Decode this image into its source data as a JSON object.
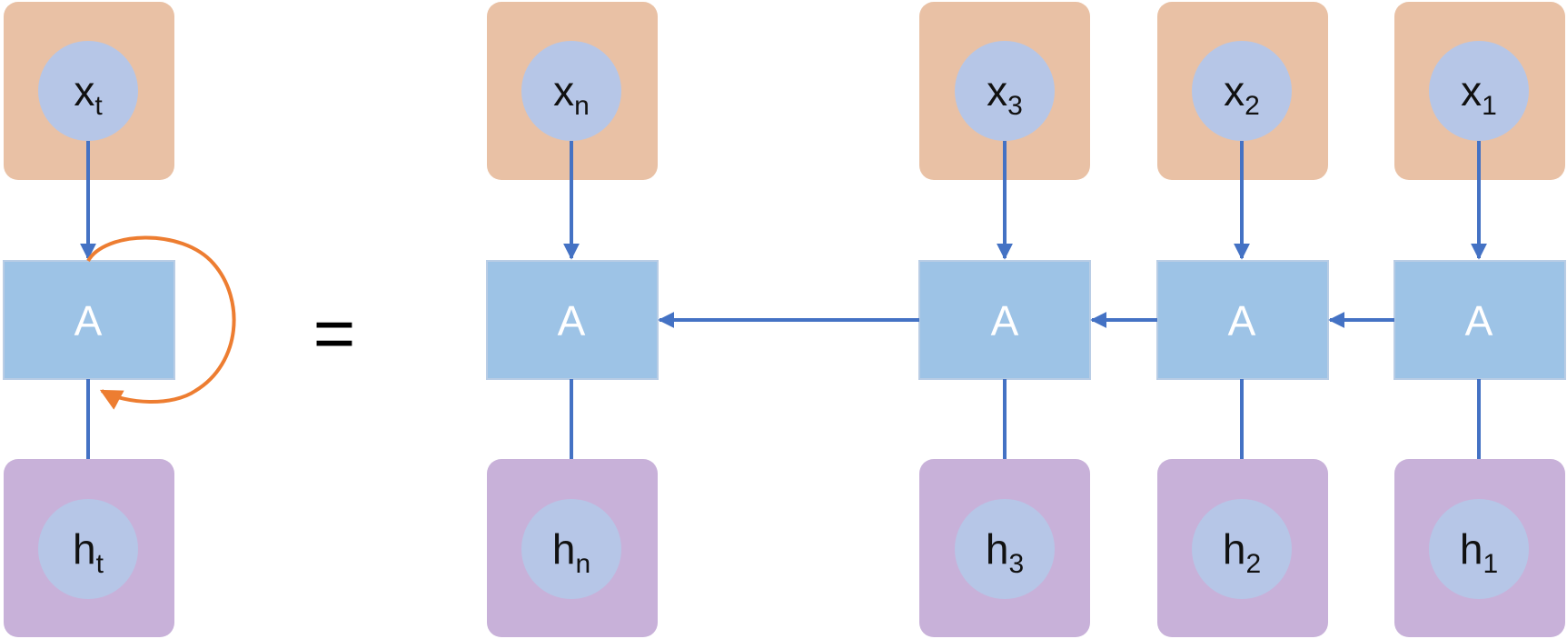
{
  "colors": {
    "input_box": "#E9C1A5",
    "output_box": "#C8B1D9",
    "circle": "#B6C6E7",
    "cell": "#9DC3E6",
    "arrow": "#4472C4",
    "loop": "#ED7D31",
    "cell_text": "#FFFFFF"
  },
  "folded": {
    "input": {
      "main": "x",
      "sub": "t"
    },
    "cell": "A",
    "output": {
      "main": "h",
      "sub": "t"
    }
  },
  "equals": "=",
  "unrolled": [
    {
      "input": {
        "main": "x",
        "sub": "n"
      },
      "cell": "A",
      "output": {
        "main": "h",
        "sub": "n"
      }
    },
    {
      "input": {
        "main": "x",
        "sub": "3"
      },
      "cell": "A",
      "output": {
        "main": "h",
        "sub": "3"
      }
    },
    {
      "input": {
        "main": "x",
        "sub": "2"
      },
      "cell": "A",
      "output": {
        "main": "h",
        "sub": "2"
      }
    },
    {
      "input": {
        "main": "x",
        "sub": "1"
      },
      "cell": "A",
      "output": {
        "main": "h",
        "sub": "1"
      }
    }
  ]
}
